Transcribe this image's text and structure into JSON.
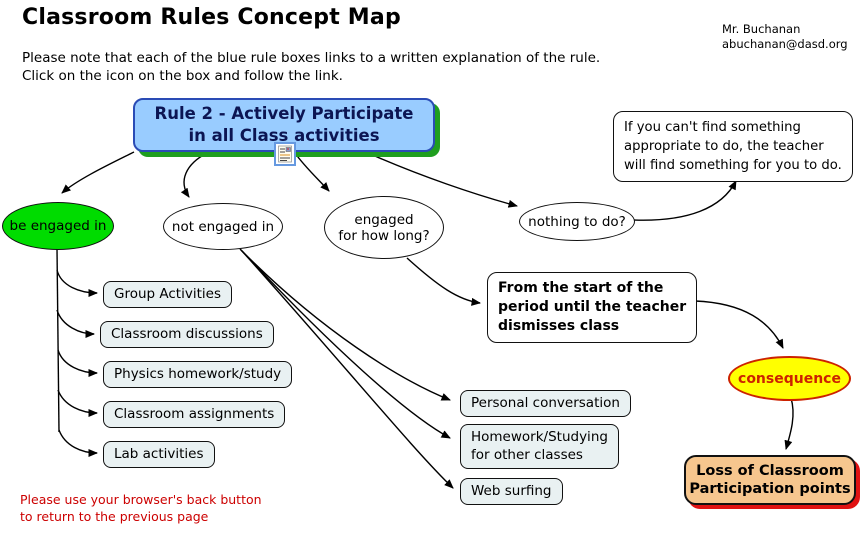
{
  "title": "Classroom Rules Concept Map",
  "contact": {
    "name": "Mr. Buchanan",
    "email": "abuchanan@dasd.org"
  },
  "intro": {
    "line1": "Please note that each of the blue rule boxes links to a written explanation of the rule.",
    "line2": "Click on the icon on the box and follow the link."
  },
  "rule_box": {
    "line1": "Rule 2 - Actively Participate",
    "line2": "in all Class activities",
    "icon": "document-link-icon"
  },
  "ellipses": {
    "be_engaged": "be engaged in",
    "not_engaged": "not engaged in",
    "engaged_how_long_line1": "engaged",
    "engaged_how_long_line2": "for how long?",
    "nothing_to_do": "nothing to do?",
    "consequence": "consequence"
  },
  "boxes": {
    "group_activities": "Group Activities",
    "classroom_discussions": "Classroom discussions",
    "physics_homework": "Physics homework/study",
    "classroom_assignments": "Classroom assignments",
    "lab_activities": "Lab activities",
    "personal_conversation": "Personal conversation",
    "homework_other_line1": "Homework/Studying",
    "homework_other_line2": "for other classes",
    "web_surfing": "Web surfing",
    "if_cant_find_line1": "If you can't find something",
    "if_cant_find_line2": "appropriate to do, the teacher",
    "if_cant_find_line3": "will find something for you to do.",
    "from_start_line1": "From the start of the",
    "from_start_line2": "period until the teacher",
    "from_start_line3": "dismisses class",
    "loss_line1": "Loss of Classroom",
    "loss_line2": "Participation points"
  },
  "footer": {
    "line1": "Please use your browser's back button",
    "line2": "to return to the previous page"
  },
  "colors": {
    "rule_fill": "#99CCFF",
    "rule_border": "#2A4BB5",
    "rule_shadow_green": "#1F9E1F",
    "engaged_green": "#00DC00",
    "consequence_yellow": "#FFFF00",
    "consequence_red": "#CC2200",
    "loss_fill": "#F6C68E",
    "loss_shadow_red": "#E01212",
    "node_fill": "#E9F1F2",
    "note_red": "#CC0000"
  }
}
